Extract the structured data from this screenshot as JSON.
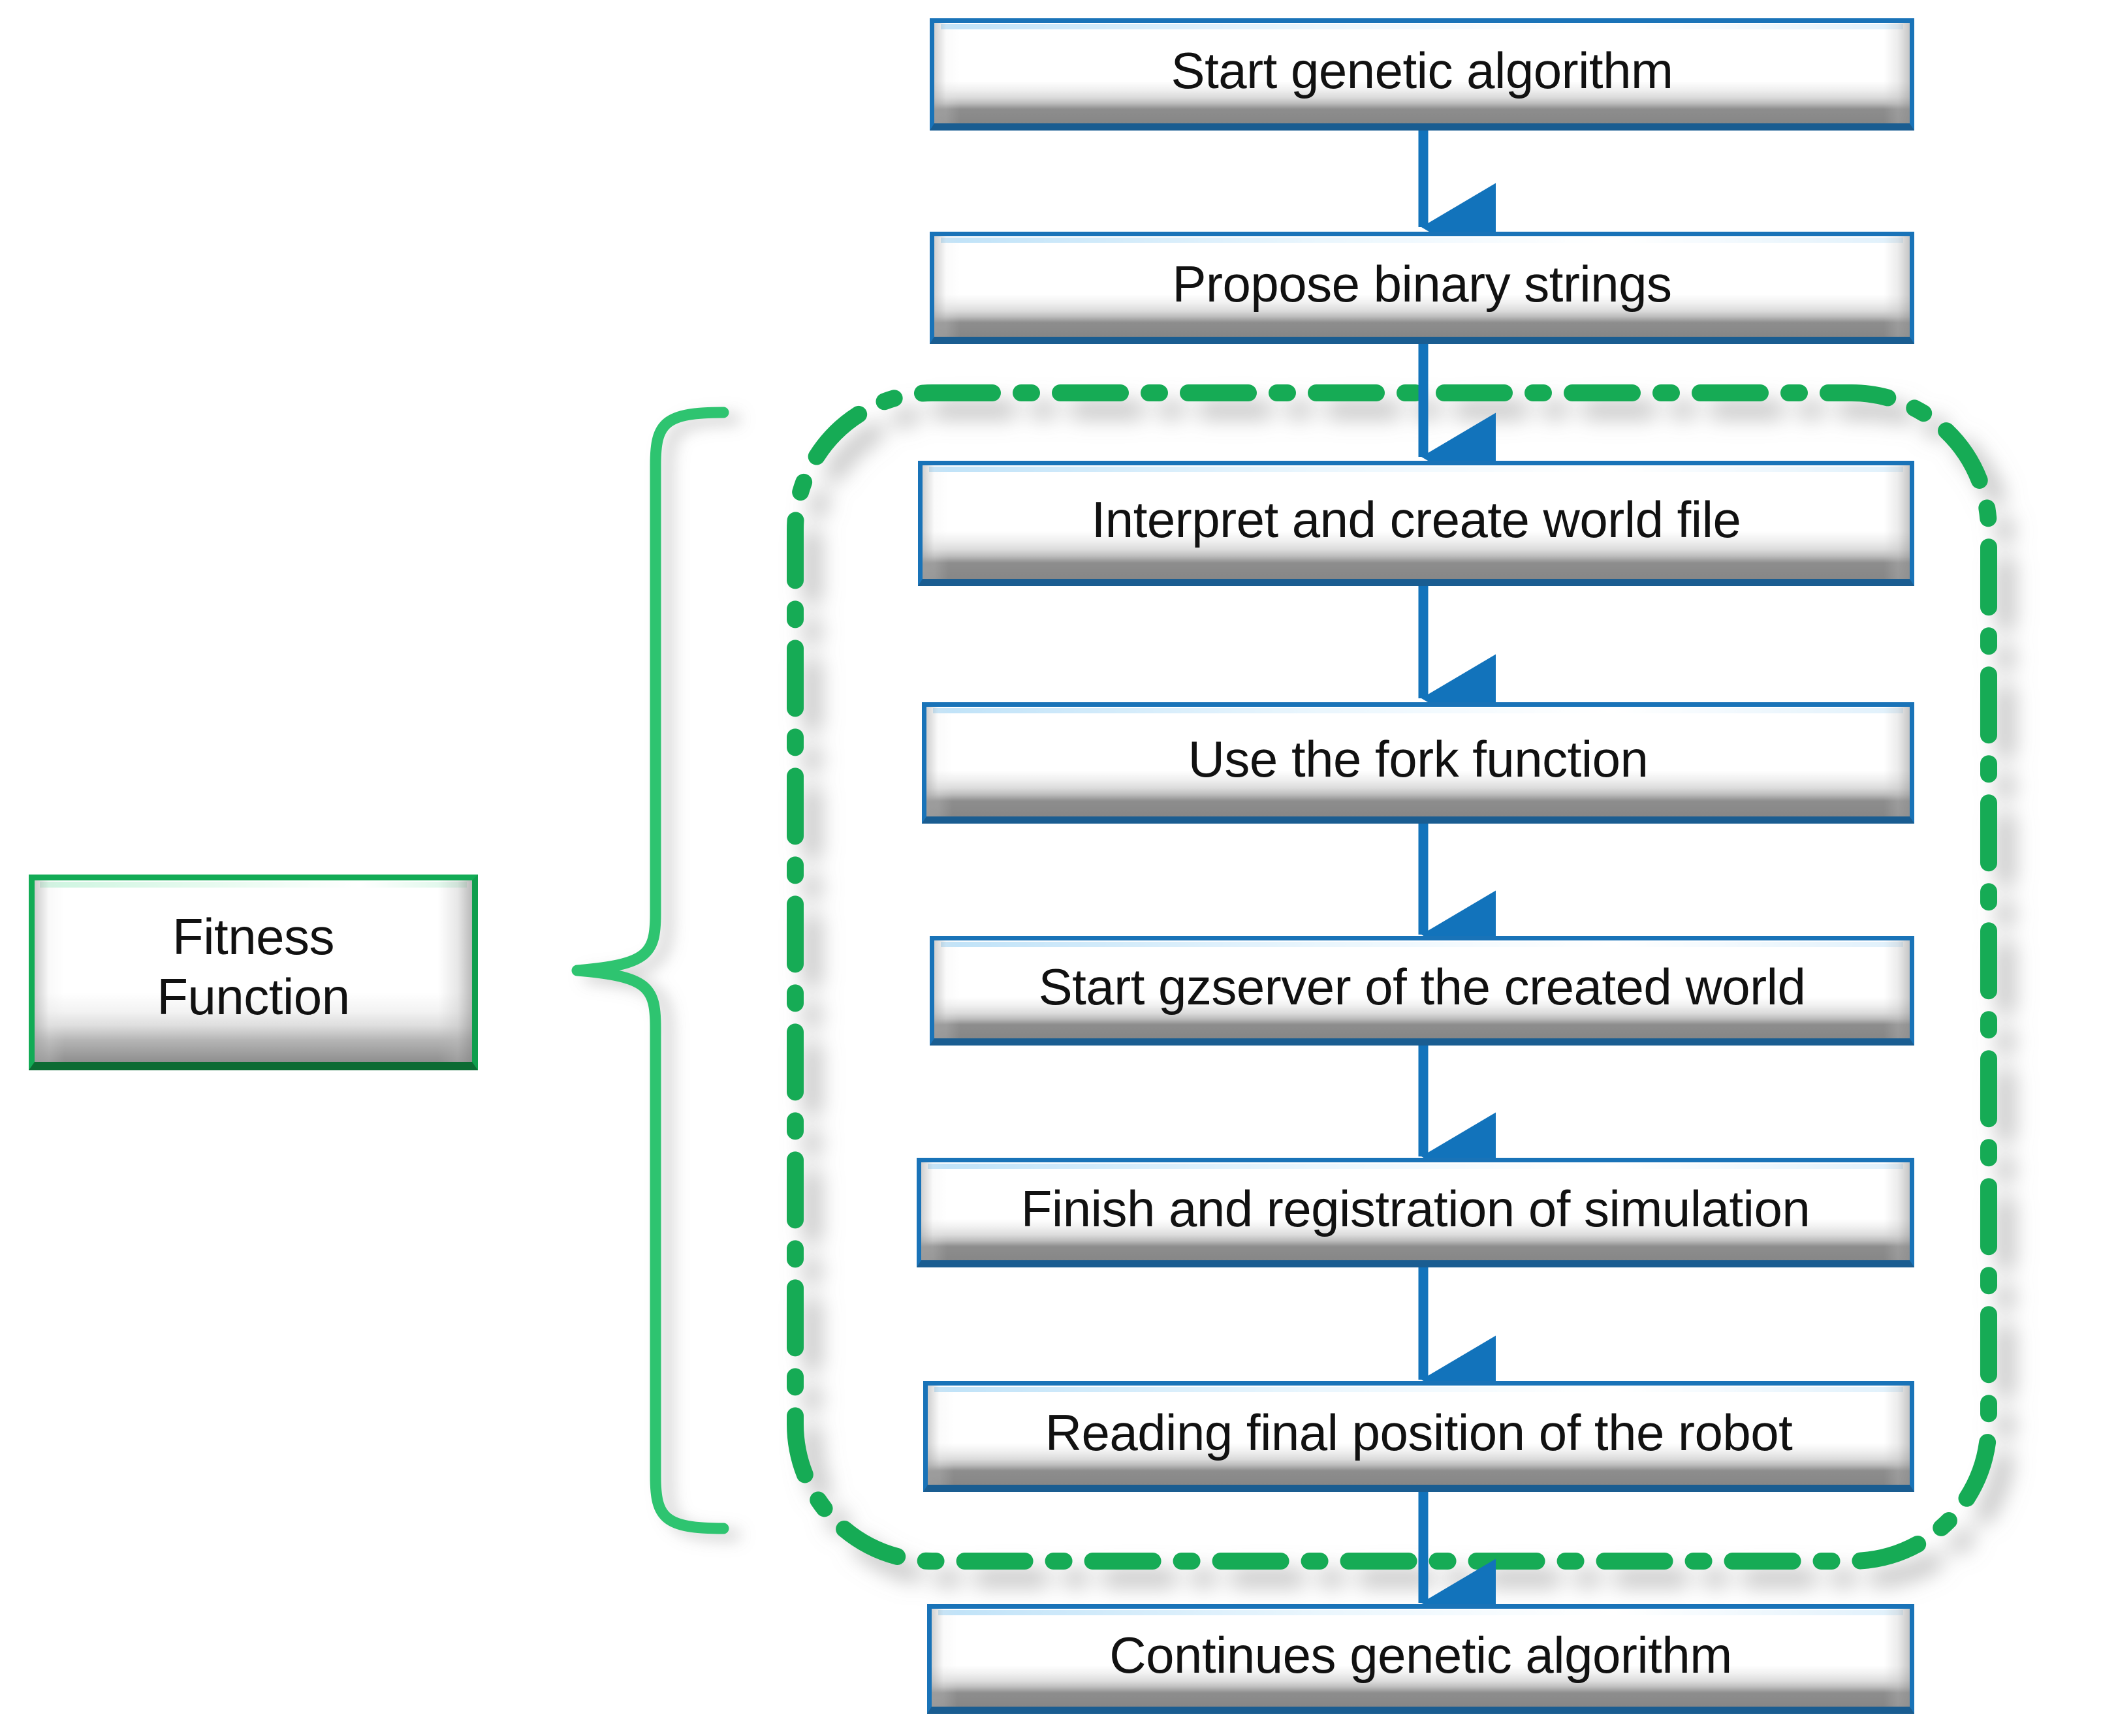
{
  "diagram": {
    "title": "Genetic algorithm with Gazebo simulation fitness evaluation flowchart",
    "colors": {
      "node_border_blue": "#1973b8",
      "node_border_blue_dark": "#1a5d91",
      "node_fill_top": "#ffffff",
      "node_fill_bottom": "#878787",
      "arrow_blue": "#1273bb",
      "green_accent": "#12ab55",
      "green_dark": "#0c6b33",
      "brace_green": "#2ec46f",
      "text_color": "#111111",
      "background": "#ffffff"
    },
    "nodes": [
      {
        "id": "start-genetic-algorithm",
        "label": "Start genetic algorithm"
      },
      {
        "id": "propose-binary-strings",
        "label": "Propose binary strings"
      },
      {
        "id": "interpret-create-world",
        "label": "Interpret and create world file"
      },
      {
        "id": "use-fork-function",
        "label": "Use the fork function"
      },
      {
        "id": "start-gzserver",
        "label": "Start gzserver of the created world"
      },
      {
        "id": "finish-registration",
        "label": "Finish and registration of simulation"
      },
      {
        "id": "reading-final-position",
        "label": "Reading final position of the robot"
      },
      {
        "id": "continues-genetic-algorithm",
        "label": "Continues genetic algorithm"
      }
    ],
    "fitness_box": {
      "id": "fitness-function",
      "line1": "Fitness",
      "line2": "Function"
    },
    "grouping": {
      "id": "fitness-function-group",
      "style": "green dash-dot rounded rectangle",
      "member_node_ids": [
        "interpret-create-world",
        "use-fork-function",
        "start-gzserver",
        "finish-registration",
        "reading-final-position"
      ]
    },
    "edges": [
      {
        "from": "start-genetic-algorithm",
        "to": "propose-binary-strings",
        "type": "arrow-down"
      },
      {
        "from": "propose-binary-strings",
        "to": "interpret-create-world",
        "type": "arrow-down"
      },
      {
        "from": "interpret-create-world",
        "to": "use-fork-function",
        "type": "arrow-down"
      },
      {
        "from": "use-fork-function",
        "to": "start-gzserver",
        "type": "arrow-down"
      },
      {
        "from": "start-gzserver",
        "to": "finish-registration",
        "type": "arrow-down"
      },
      {
        "from": "finish-registration",
        "to": "reading-final-position",
        "type": "arrow-down"
      },
      {
        "from": "reading-final-position",
        "to": "continues-genetic-algorithm",
        "type": "arrow-down"
      },
      {
        "from": "fitness-function",
        "to": "fitness-function-group",
        "type": "curly-brace"
      }
    ]
  }
}
